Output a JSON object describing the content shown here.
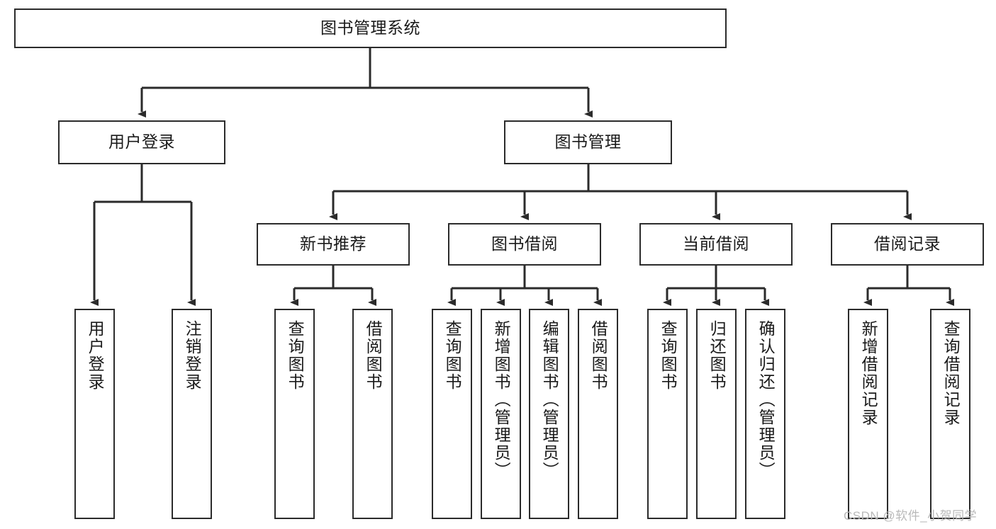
{
  "diagram": {
    "title": "图书管理系统",
    "type": "tree-hierarchy-chart",
    "watermark": "CSDN @软件_小贺同学",
    "colors": {
      "stroke": "#2b2b2b",
      "fill": "#ffffff",
      "text": "#1a1a1a",
      "watermark": "#b9b9b9"
    },
    "nodes": {
      "root": {
        "label": "图书管理系统"
      },
      "level2": [
        {
          "label": "用户登录"
        },
        {
          "label": "图书管理"
        }
      ],
      "level3": [
        {
          "label": "新书推荐"
        },
        {
          "label": "图书借阅"
        },
        {
          "label": "当前借阅"
        },
        {
          "label": "借阅记录"
        }
      ],
      "leaves": {
        "user_login": [
          {
            "label": "用户登录"
          },
          {
            "label": "注销登录"
          }
        ],
        "new_book_recommend": [
          {
            "label": "查询图书"
          },
          {
            "label": "借阅图书"
          }
        ],
        "book_borrow": [
          {
            "label": "查询图书"
          },
          {
            "label": "新增图书（管理员）"
          },
          {
            "label": "编辑图书（管理员）"
          },
          {
            "label": "借阅图书"
          }
        ],
        "current_borrow": [
          {
            "label": "查询图书"
          },
          {
            "label": "归还图书"
          },
          {
            "label": "确认归还（管理员）"
          }
        ],
        "borrow_record": [
          {
            "label": "新增借阅记录"
          },
          {
            "label": "查询借阅记录"
          }
        ]
      }
    }
  }
}
